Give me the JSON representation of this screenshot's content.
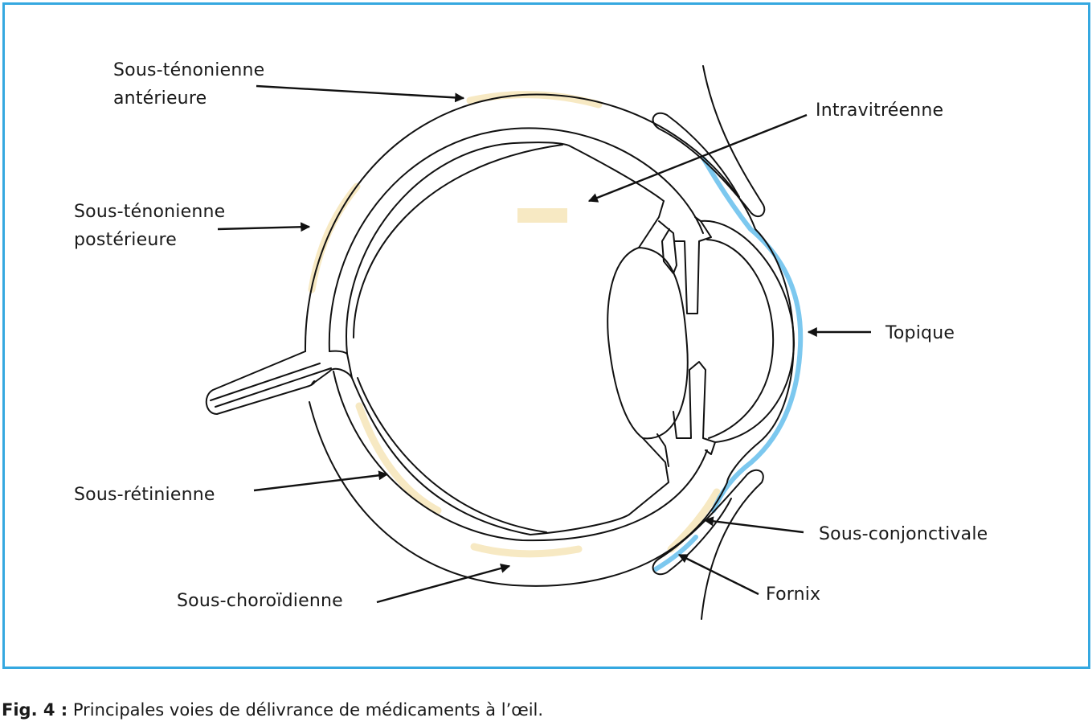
{
  "labels": {
    "sub_tenon_anterior": [
      "Sous-ténonienne",
      "antérieure"
    ],
    "sub_tenon_posterior": [
      "Sous-ténonienne",
      "postérieure"
    ],
    "intravitreal": "Intravitréenne",
    "topical": "Topique",
    "subretinal": "Sous-rétinienne",
    "subconjunctival": "Sous-conjonctivale",
    "fornix": "Fornix",
    "suprachoroidal": "Sous-choroïdienne"
  },
  "caption": {
    "label": "Fig. 4 :",
    "text": "Principales voies de délivrance de médicaments à l’œil."
  },
  "colors": {
    "frame": "#35a8e0",
    "drug_deposit": "#f7e9c3",
    "tear_film": "#7cc8ef",
    "outline": "#111111"
  }
}
